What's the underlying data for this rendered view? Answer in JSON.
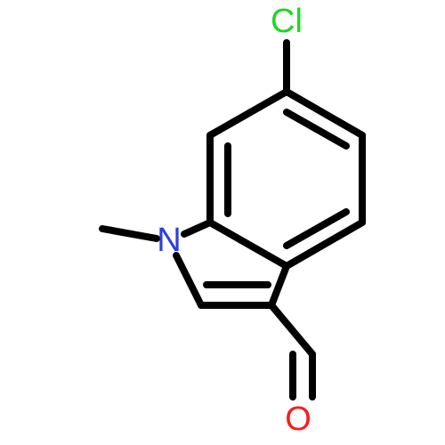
{
  "atoms": {
    "chlorine": {
      "label": "Cl",
      "color": "#1ed71e"
    },
    "nitrogen": {
      "label": "N",
      "color": "#2a3fe0"
    },
    "oxygen": {
      "label": "O",
      "color": "#ff1a1a"
    }
  },
  "bond_color": "#000000",
  "background": "#ffffff"
}
